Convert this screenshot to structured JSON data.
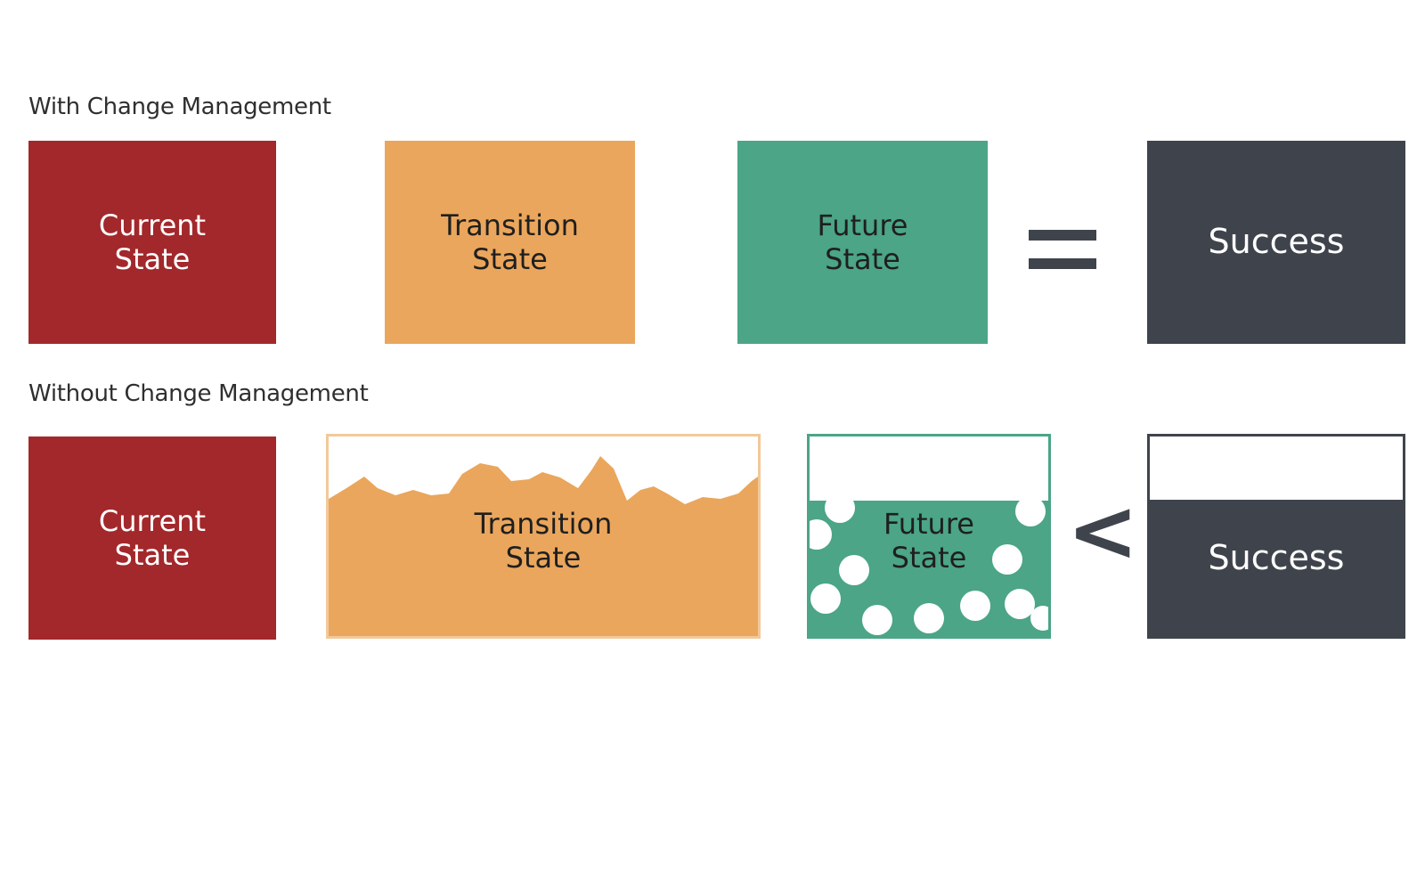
{
  "rows": {
    "with": {
      "label": "With Change Management",
      "current": {
        "line1": "Current",
        "line2": "State"
      },
      "transition": {
        "line1": "Transition",
        "line2": "State"
      },
      "future": {
        "line1": "Future",
        "line2": "State"
      },
      "operator": "=",
      "success": "Success"
    },
    "without": {
      "label": "Without Change Management",
      "current": {
        "line1": "Current",
        "line2": "State"
      },
      "transition": {
        "line1": "Transition",
        "line2": "State"
      },
      "future": {
        "line1": "Future",
        "line2": "State"
      },
      "operator": "<",
      "success": "Success"
    }
  },
  "colors": {
    "current": "#a2282b",
    "transition": "#eaa65c",
    "future": "#4ba586",
    "success": "#3f444c"
  }
}
